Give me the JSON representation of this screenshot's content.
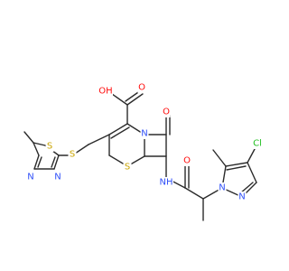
{
  "molecule": {
    "colors": {
      "carbon": "#2b2b2b",
      "oxygen": "#ff0d0d",
      "nitrogen": "#3050f8",
      "sulfur": "#c9a400",
      "chlorine": "#1fbf1f"
    },
    "atoms": [
      {
        "id": "s_td1",
        "text": "S",
        "element": "sulfur"
      },
      {
        "id": "n_td1",
        "text": "N",
        "element": "nitrogen"
      },
      {
        "id": "n_td2",
        "text": "N",
        "element": "nitrogen"
      },
      {
        "id": "s_link",
        "text": "S",
        "element": "sulfur"
      },
      {
        "id": "oh",
        "text": "OH",
        "element": "oxygen"
      },
      {
        "id": "o_acid",
        "text": "O",
        "element": "oxygen"
      },
      {
        "id": "n_ring",
        "text": "N",
        "element": "nitrogen"
      },
      {
        "id": "o_lactam",
        "text": "O",
        "element": "oxygen"
      },
      {
        "id": "s_ring",
        "text": "S",
        "element": "sulfur"
      },
      {
        "id": "nh",
        "text": "NH",
        "element": "nitrogen"
      },
      {
        "id": "o_amide",
        "text": "O",
        "element": "oxygen"
      },
      {
        "id": "cl",
        "text": "Cl",
        "element": "chlorine"
      },
      {
        "id": "n_pz1",
        "text": "N",
        "element": "nitrogen"
      },
      {
        "id": "n_pz2",
        "text": "N",
        "element": "nitrogen"
      }
    ]
  }
}
